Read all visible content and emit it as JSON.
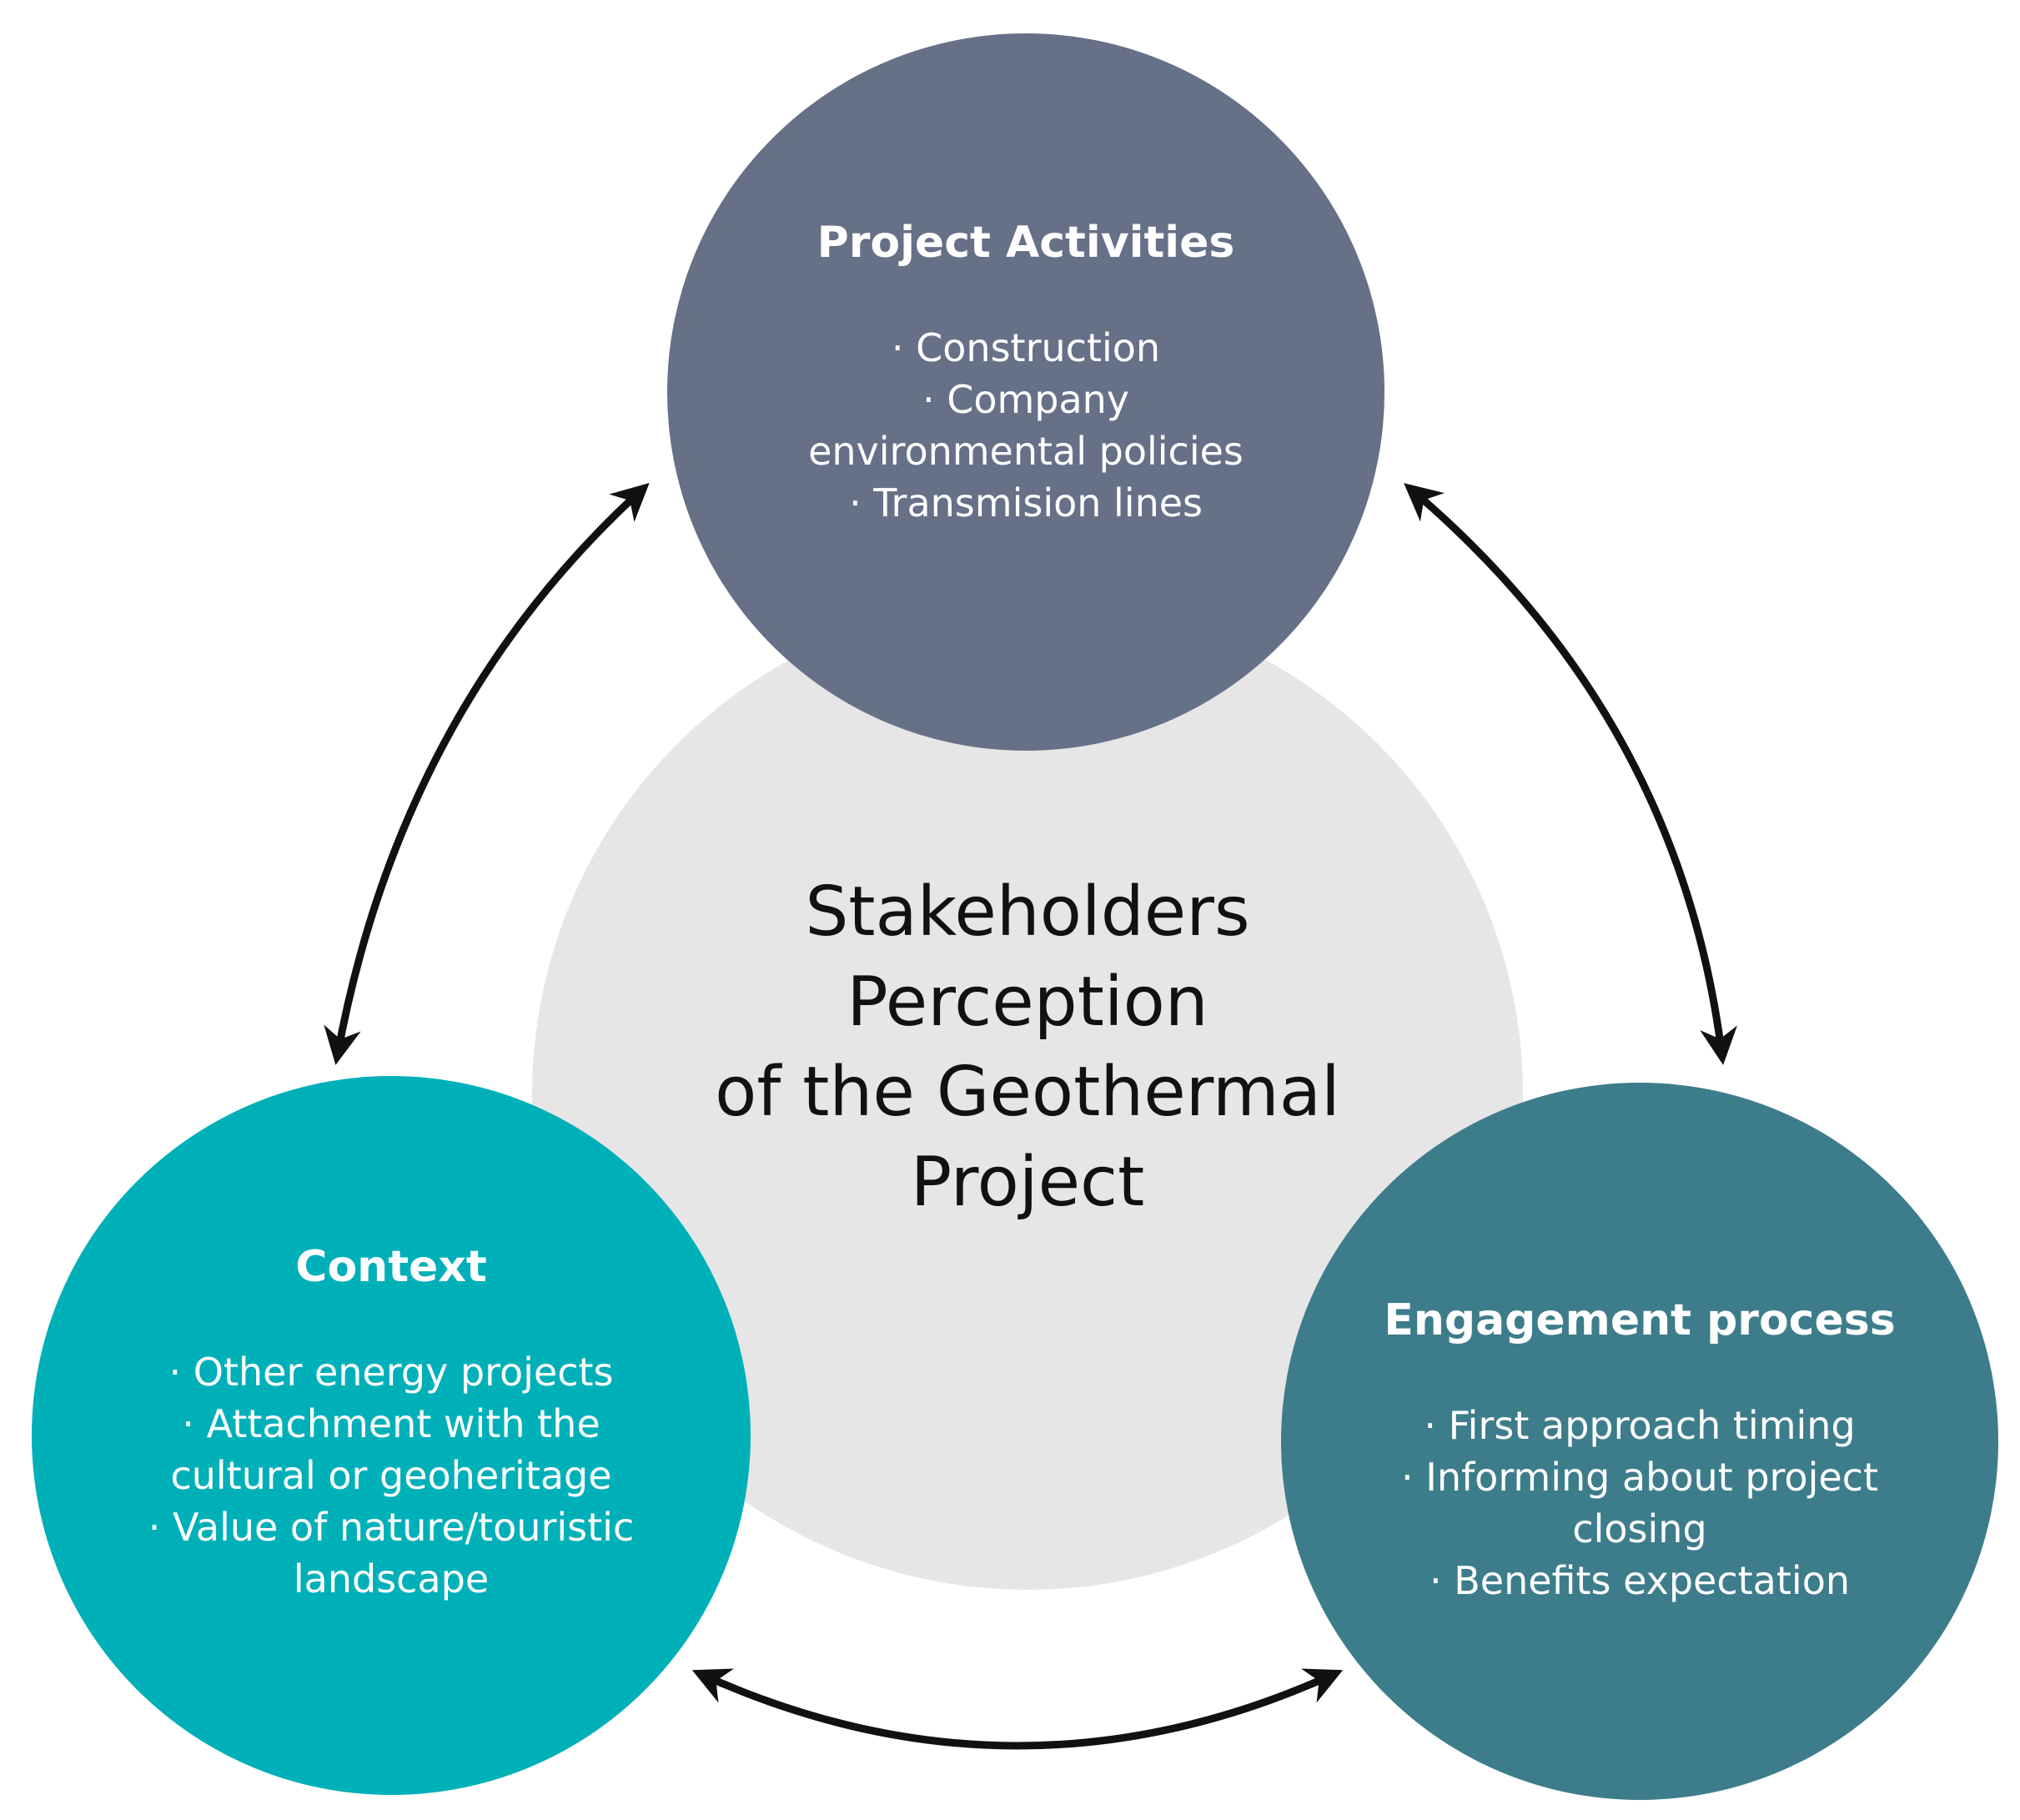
{
  "diagram": {
    "center": {
      "lines": [
        "Stakeholders",
        "Perception",
        "of the Geothermal",
        "Project"
      ]
    },
    "top": {
      "title": "Project Activities",
      "items": [
        "· Construction",
        "· Company",
        "environmental policies",
        "· Transmision lines"
      ]
    },
    "left": {
      "title": "Context",
      "items": [
        "· Other energy projects",
        "· Attachment with the",
        "cultural or geoheritage",
        "· Value of nature/touristic",
        "landscape"
      ]
    },
    "right": {
      "title": "Engagement process",
      "items": [
        "· First approach timing",
        "· Informing about project",
        "closing",
        "· Benefits expectation"
      ]
    },
    "colors": {
      "center": "#e6e6e6",
      "top": "#667087",
      "left": "#00b0b8",
      "right": "#3d7d8b",
      "arrows": "#111111"
    }
  }
}
